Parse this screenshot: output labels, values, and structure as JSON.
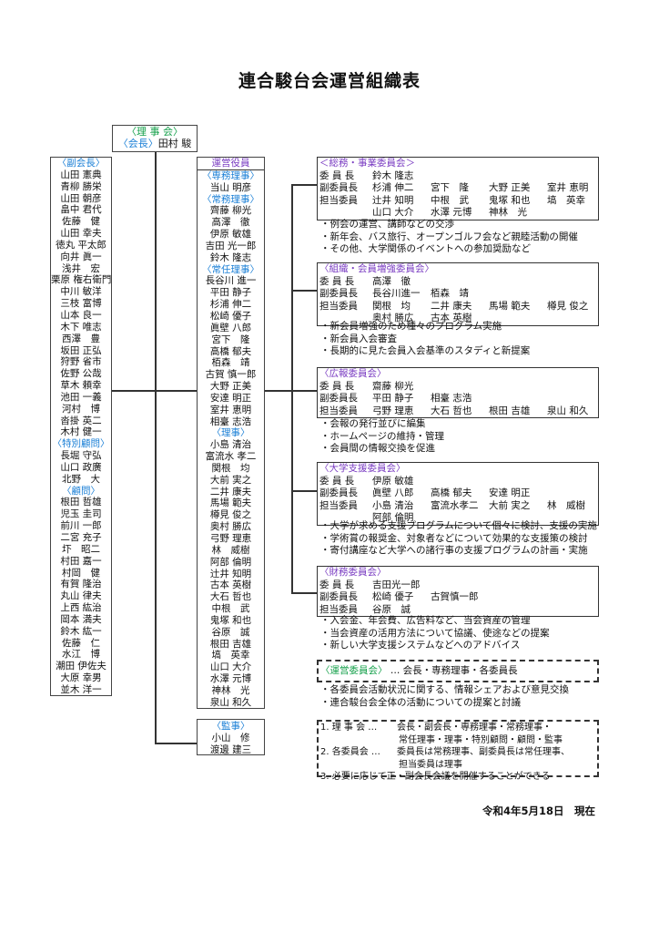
{
  "title": "連合駿台会運営組織表",
  "board": {
    "heading": "〈理 事 会〉",
    "chair_label": "〈会長〉",
    "chair_name": "田村 駿"
  },
  "left_column": [
    "〈副会長〉",
    "山田 憲典",
    "青柳 勝栄",
    "山田 朝彦",
    "畠中 君代",
    "佐藤　健",
    "山田 幸夫",
    "徳丸 平太郎",
    "向井 眞一",
    "浅井　宏",
    "栗原 権右衛門",
    "中川 敏洋",
    "三枝 富博",
    "山本 良一",
    "木下 唯志",
    "西澤　豊",
    "坂田 正弘",
    "狩野 省市",
    "佐野 公哉",
    "草木 頼幸",
    "池田 一義",
    "河村　博",
    "沓掛 英二",
    "木村 健一",
    "〈特別顧問〉",
    "長堀 守弘",
    "山口 政廣",
    "北野　大",
    "〈顧問〉",
    "根田 哲雄",
    "児玉 圭司",
    "前川 一郎",
    "二宮 充子",
    "圷　昭二",
    "村田 嘉一",
    "村岡　健",
    "有賀 隆治",
    "丸山 律夫",
    "上西 紘治",
    "岡本 満夫",
    "鈴木 紘一",
    "佐藤　仁",
    "水江　博",
    "潮田 伊佐夫",
    "大原 幸男",
    "並木 洋一"
  ],
  "officers": {
    "heading": "運営役員",
    "list": [
      "〈専務理事〉",
      "当山 明彦",
      "〈常務理事〉",
      "齊藤 柳光",
      "高澤　徹",
      "伊原 敏雄",
      "吉田 光一郎",
      "鈴木 隆志",
      "〈常任理事〉",
      "長谷川 進一",
      "平田 静子",
      "杉浦 伸二",
      "松崎 優子",
      "眞壁 八郎",
      "宮下　隆",
      "高橋 郁夫",
      "栢森　靖",
      "古賀 慎一郎",
      "大野 正美",
      "安達 明正",
      "室井 恵明",
      "相臺 志浩",
      "〈理事〉",
      "小島 清治",
      "富流水 孝二",
      "関根　均",
      "大前 実之",
      "二井 康夫",
      "馬場 範夫",
      "樽見 俊之",
      "奥村 勝広",
      "弓野 理恵",
      "林　威樹",
      "阿部 倫明",
      "辻井 知明",
      "古本 英樹",
      "大石 哲也",
      "中根　武",
      "鬼塚 和也",
      "谷原　誠",
      "根田 吉雄",
      "塙　英幸",
      "山口 大介",
      "水澤 元博",
      "神林　光",
      "泉山 和久"
    ]
  },
  "auditors": {
    "heading": "〈監事〉",
    "list": [
      "小山　修",
      "渡邊 建三"
    ]
  },
  "committees": [
    {
      "title": "＜総務・事業委員会＞",
      "rows": [
        {
          "label": "委 員 長",
          "names": [
            "鈴木 隆志"
          ]
        },
        {
          "label": "副委員長",
          "names": [
            "杉浦 伸二",
            "宮下　隆",
            "大野 正美",
            "室井 恵明"
          ]
        },
        {
          "label": "担当委員",
          "names": [
            "辻井 知明",
            "中根　武",
            "鬼塚 和也",
            "塙　英幸"
          ]
        },
        {
          "label": "",
          "names": [
            "山口 大介",
            "水澤 元博",
            "神林　光"
          ]
        }
      ],
      "bullets": [
        "・例会の運営、講師などの交渉",
        "・新年会、バス旅行、オープンゴルフ会など親睦活動の開催",
        "・その他、大学関係のイベントへの参加奨励など"
      ]
    },
    {
      "title": "〈組織・会員増強委員会〉",
      "rows": [
        {
          "label": "委 員 長",
          "names": [
            "高澤　徹"
          ]
        },
        {
          "label": "副委員長",
          "names": [
            "長谷川進一",
            "栢森　靖"
          ]
        },
        {
          "label": "担当委員",
          "names": [
            "関根　均",
            "二井 康夫",
            "馬場 範夫",
            "樽見 俊之"
          ]
        },
        {
          "label": "",
          "names": [
            "奥村 勝広",
            "古本 英樹"
          ]
        }
      ],
      "bullets": [
        "・新会員増強のため種々のプログラム実施",
        "・新会員入会審査",
        "・長期的に見た会員入会基準のスタディと新提案"
      ]
    },
    {
      "title": "〈広報委員会〉",
      "rows": [
        {
          "label": "委 員 長",
          "names": [
            "齋藤 柳光"
          ]
        },
        {
          "label": "副委員長",
          "names": [
            "平田 静子",
            "相臺 志浩"
          ]
        },
        {
          "label": "担当委員",
          "names": [
            "弓野 理恵",
            "大石 哲也",
            "根田 吉雄",
            "泉山 和久"
          ]
        }
      ],
      "bullets": [
        "・会報の発行並びに編集",
        "・ホームページの維持・管理",
        "・会員間の情報交換を促進"
      ]
    },
    {
      "title": "〈大学支援委員会〉",
      "rows": [
        {
          "label": "委 員 長",
          "names": [
            "伊原 敏雄"
          ]
        },
        {
          "label": "副委員長",
          "names": [
            "眞壁 八郎",
            "高橋 郁夫",
            "安達 明正"
          ]
        },
        {
          "label": "担当委員",
          "names": [
            "小島 清治",
            "富流水孝二",
            "大前 実之",
            "林　威樹"
          ]
        },
        {
          "label": "",
          "names": [
            "阿部 倫明"
          ]
        }
      ],
      "bullets": [
        "・大学が求める支援プログラムについて個々に検討、支援の実施",
        "・学術賞の報奨金、対象者などについて効果的な支援策の検討",
        "・寄付講座など大学への諸行事の支援プログラムの計画・実施"
      ]
    },
    {
      "title": "〈財務委員会〉",
      "rows": [
        {
          "label": "委 員 長",
          "names": [
            "吉田光一郎"
          ]
        },
        {
          "label": "副委員長",
          "names": [
            "松崎 優子",
            "古賀慎一郎"
          ]
        },
        {
          "label": "担当委員",
          "names": [
            "谷原　誠"
          ]
        }
      ],
      "bullets": [
        "・入会金、年会費、広告料など、当会資産の管理",
        "・当会資産の活用方法について協議、使途などの提案",
        "・新しい大学支援システムなどへのアドバイス"
      ]
    }
  ],
  "steering": {
    "title": "〈運営委員会〉",
    "members": "… 会長・専務理事・各委員長",
    "bullets": [
      "・各委員会活動状況に関する、情報シェアおよび意見交換",
      "・連合駿台会全体の活動についての提案と討議"
    ]
  },
  "notes": [
    {
      "key": "1. 理 事 会 …",
      "lines": [
        "会長・副会長・専務理事・常務理事・",
        "常任理事・理事・特別顧問・顧問・監事"
      ]
    },
    {
      "key": "2. 各委員会 …",
      "lines": [
        "委員長は常務理事、副委員長は常任理事、",
        "担当委員は理事"
      ]
    },
    {
      "key": "3. 必要に応じて正・副会長会議を開催することができる",
      "lines": []
    }
  ],
  "date": "令和4年5月18日　現在"
}
